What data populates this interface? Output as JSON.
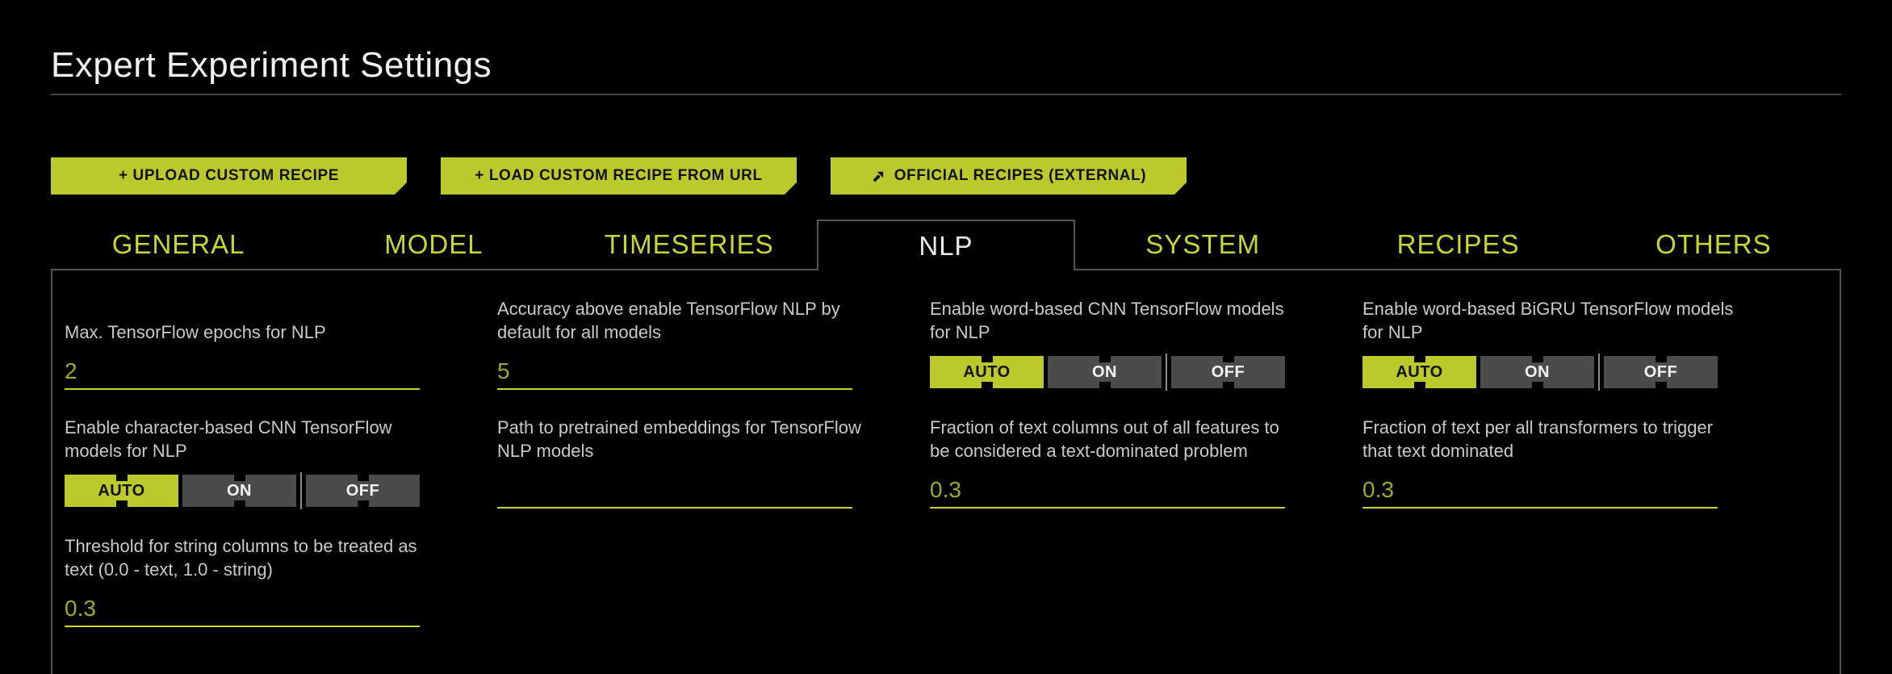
{
  "page": {
    "title": "Expert Experiment Settings"
  },
  "toolbar": {
    "buttons": [
      {
        "label": "+ UPLOAD CUSTOM RECIPE"
      },
      {
        "label": "+ LOAD CUSTOM RECIPE FROM URL"
      },
      {
        "label": "OFFICIAL RECIPES (EXTERNAL)",
        "icon": "external-link-arrow"
      }
    ]
  },
  "tabs": {
    "items": [
      {
        "label": "GENERAL",
        "active": false
      },
      {
        "label": "MODEL",
        "active": false
      },
      {
        "label": "TIMESERIES",
        "active": false
      },
      {
        "label": "NLP",
        "active": true
      },
      {
        "label": "SYSTEM",
        "active": false
      },
      {
        "label": "RECIPES",
        "active": false
      },
      {
        "label": "OTHERS",
        "active": false
      }
    ]
  },
  "settings": [
    {
      "label": "Max. TensorFlow epochs for NLP",
      "type": "text",
      "value": "2"
    },
    {
      "label": "Accuracy above enable TensorFlow NLP by default for all models",
      "type": "text",
      "value": "5"
    },
    {
      "label": "Enable word-based CNN TensorFlow models for NLP",
      "type": "toggle",
      "options": [
        "AUTO",
        "ON",
        "OFF"
      ],
      "selected": "AUTO"
    },
    {
      "label": "Enable word-based BiGRU TensorFlow models for NLP",
      "type": "toggle",
      "options": [
        "AUTO",
        "ON",
        "OFF"
      ],
      "selected": "AUTO"
    },
    {
      "label": "Enable character-based CNN TensorFlow models for NLP",
      "type": "toggle",
      "options": [
        "AUTO",
        "ON",
        "OFF"
      ],
      "selected": "AUTO"
    },
    {
      "label": "Path to pretrained embeddings for TensorFlow NLP models",
      "type": "text",
      "value": ""
    },
    {
      "label": "Fraction of text columns out of all features to be considered a text-dominated problem",
      "type": "text",
      "value": "0.3"
    },
    {
      "label": "Fraction of text per all transformers to trigger that text dominated",
      "type": "text",
      "value": "0.3"
    },
    {
      "label": "Threshold for string columns to be treated as text (0.0 - text, 1.0 - string)",
      "type": "text",
      "value": "0.3"
    }
  ],
  "colors": {
    "accent": "#bcc92b",
    "accent_bright": "#c9d62c",
    "value_text": "#a0aa1f",
    "panel_border": "#555555",
    "toggle_inactive_bg": "#4b4b4b",
    "background": "#000000"
  }
}
